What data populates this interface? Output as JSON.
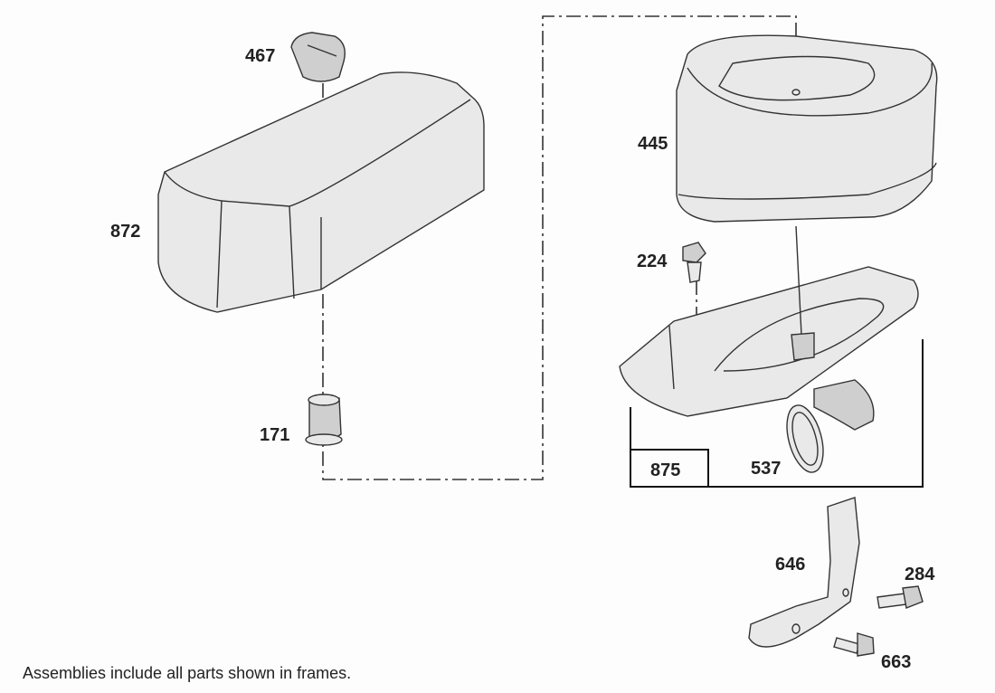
{
  "parts": {
    "cap": "467",
    "cover": "872",
    "grommet": "171",
    "filter": "445",
    "screw": "224",
    "base_assembly": "875",
    "seal": "537",
    "bracket": "646",
    "screw_a": "284",
    "screw_b": "663"
  },
  "footer": "Assemblies include all parts shown in frames."
}
